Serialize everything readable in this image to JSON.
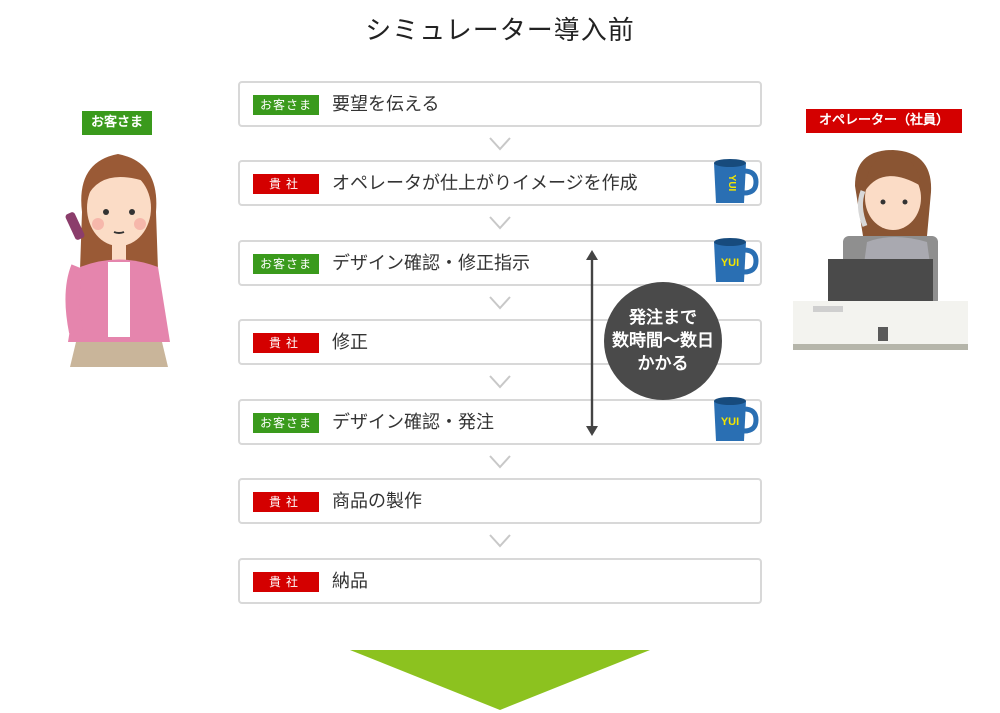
{
  "title": "シミュレーター導入前",
  "roles": {
    "customer": "お客さま",
    "operator": "オペレーター（社員）"
  },
  "steps": [
    {
      "tag": "お客さま",
      "tag_color": "green",
      "text": "要望を伝える"
    },
    {
      "tag": "貴社",
      "tag_color": "red",
      "text": "オペレータが仕上がりイメージを作成"
    },
    {
      "tag": "お客さま",
      "tag_color": "green",
      "text": "デザイン確認・修正指示"
    },
    {
      "tag": "貴社",
      "tag_color": "red",
      "text": "修正"
    },
    {
      "tag": "お客さま",
      "tag_color": "green",
      "text": "デザイン確認・発注"
    },
    {
      "tag": "貴社",
      "tag_color": "red",
      "text": "商品の製作"
    },
    {
      "tag": "貴社",
      "tag_color": "red",
      "text": "納品"
    }
  ],
  "callout": {
    "lines": [
      "発注まで",
      "数時間〜数日",
      "かかる"
    ]
  },
  "mugs": [
    {
      "label": "YUI"
    },
    {
      "label": "YUI"
    },
    {
      "label": "YUI"
    }
  ],
  "colors": {
    "green": "#3a9a1c",
    "red": "#d40000",
    "arrow": "#8cc21f",
    "bubble": "#4a4a4a"
  }
}
